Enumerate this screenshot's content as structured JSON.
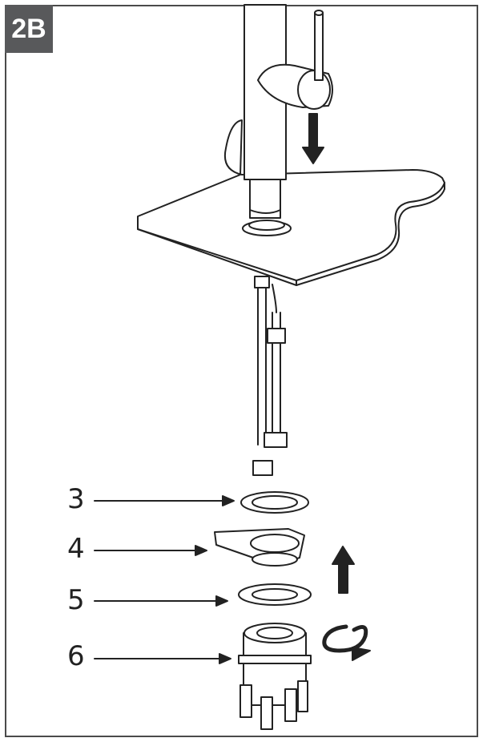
{
  "step": {
    "label": "2B"
  },
  "callouts": [
    {
      "number": "3",
      "part": "gasket"
    },
    {
      "number": "4",
      "part": "horseshoe-plate"
    },
    {
      "number": "5",
      "part": "washer"
    },
    {
      "number": "6",
      "part": "mounting-nut"
    }
  ],
  "colors": {
    "line": "#222222",
    "badge": "#58595b",
    "fill": "#ffffff"
  }
}
